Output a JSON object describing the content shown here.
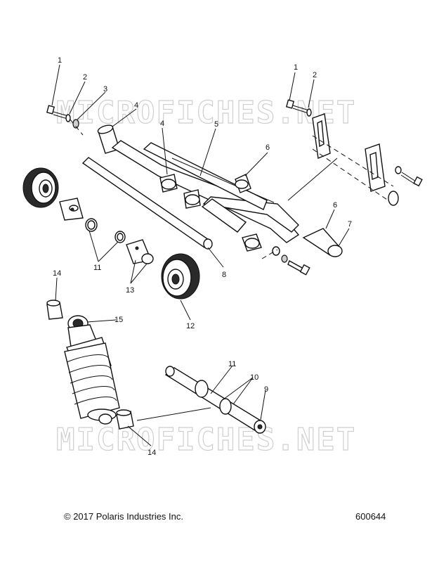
{
  "watermark": {
    "top": "MICROFICHES.NET",
    "bottom": "MICROFICHES.NET"
  },
  "callouts": [
    {
      "id": "c1a",
      "label": "1"
    },
    {
      "id": "c2a",
      "label": "2"
    },
    {
      "id": "c3",
      "label": "3"
    },
    {
      "id": "c4a",
      "label": "4"
    },
    {
      "id": "c4b",
      "label": "4"
    },
    {
      "id": "c5",
      "label": "5"
    },
    {
      "id": "c1b",
      "label": "1"
    },
    {
      "id": "c2b",
      "label": "2"
    },
    {
      "id": "c6a",
      "label": "6"
    },
    {
      "id": "c6b",
      "label": "6"
    },
    {
      "id": "c7",
      "label": "7"
    },
    {
      "id": "c8",
      "label": "8"
    },
    {
      "id": "c11a",
      "label": "11"
    },
    {
      "id": "c13",
      "label": "13"
    },
    {
      "id": "c12",
      "label": "12"
    },
    {
      "id": "c14a",
      "label": "14"
    },
    {
      "id": "c15",
      "label": "15"
    },
    {
      "id": "c11b",
      "label": "11"
    },
    {
      "id": "c10",
      "label": "10"
    },
    {
      "id": "c9",
      "label": "9"
    },
    {
      "id": "c14b",
      "label": "14"
    }
  ],
  "footer": {
    "copyright": "© 2017 Polaris Industries Inc.",
    "figure_number": "600644"
  }
}
